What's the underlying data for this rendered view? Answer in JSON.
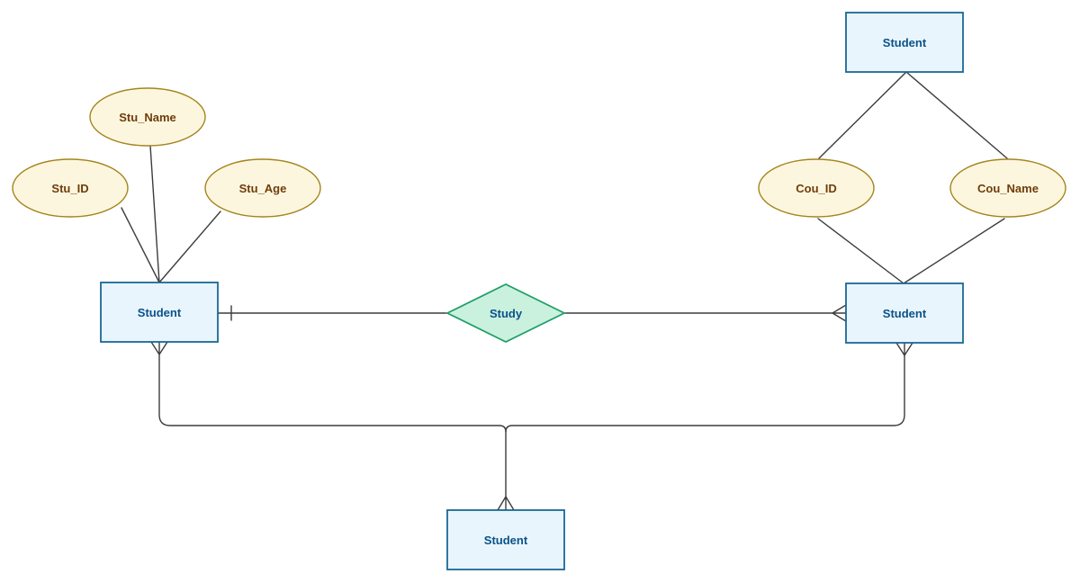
{
  "diagram": {
    "type": "er-diagram",
    "entities": [
      {
        "id": "entity-top",
        "label": "Student"
      },
      {
        "id": "entity-left",
        "label": "Student"
      },
      {
        "id": "entity-right",
        "label": "Student"
      },
      {
        "id": "entity-bottom",
        "label": "Student"
      }
    ],
    "attributes": [
      {
        "id": "attr-stu-name",
        "label": "Stu_Name",
        "attached_to": "entity-left"
      },
      {
        "id": "attr-stu-id",
        "label": "Stu_ID",
        "attached_to": "entity-left"
      },
      {
        "id": "attr-stu-age",
        "label": "Stu_Age",
        "attached_to": "entity-left"
      },
      {
        "id": "attr-cou-id",
        "label": "Cou_ID",
        "attached_to": "entity-right"
      },
      {
        "id": "attr-cou-name",
        "label": "Cou_Name",
        "attached_to": "entity-right"
      }
    ],
    "relationships": [
      {
        "id": "rel-study",
        "label": "Study",
        "from": "entity-left",
        "to": "entity-right",
        "cardinality_from": "one",
        "cardinality_to": "many"
      }
    ],
    "colors": {
      "background": "#ffffff",
      "entity_fill": "#e9f5fd",
      "entity_border": "#1a6896",
      "entity_text": "#0b5289",
      "attribute_fill": "#fdf6df",
      "attribute_border": "#a3851c",
      "attribute_text": "#6e3e09",
      "relationship_fill": "#caf1de",
      "relationship_border": "#20a06a",
      "relationship_text": "#0b5289",
      "connector": "#3c3c3c"
    }
  }
}
